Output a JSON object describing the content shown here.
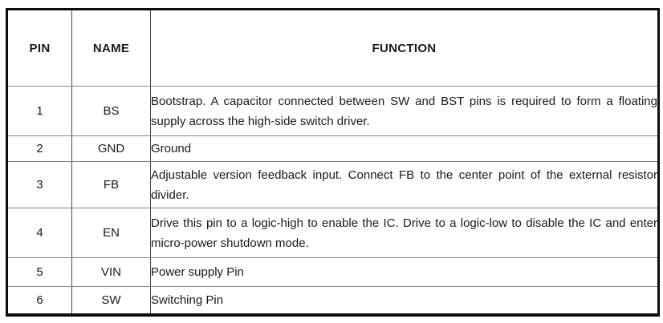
{
  "table": {
    "headers": {
      "pin": "PIN",
      "name": "NAME",
      "function": "FUNCTION"
    },
    "rows": [
      {
        "pin": "1",
        "name": "BS",
        "function": "Bootstrap. A capacitor connected between SW and BST pins is required to form a floating supply across the high-side switch driver."
      },
      {
        "pin": "2",
        "name": "GND",
        "function": "Ground"
      },
      {
        "pin": "3",
        "name": "FB",
        "function": "Adjustable version feedback input. Connect FB to the center point of the external resistor divider."
      },
      {
        "pin": "4",
        "name": "EN",
        "function": "Drive this pin to a logic-high to enable the IC. Drive to a logic-low to disable the IC and enter micro-power shutdown mode."
      },
      {
        "pin": "5",
        "name": "VIN",
        "function": "Power supply Pin"
      },
      {
        "pin": "6",
        "name": "SW",
        "function": "Switching Pin"
      }
    ],
    "colors": {
      "text": "#1a1a1a",
      "border_outer": "#0d0d0d",
      "border_inner_horizontal": "#858585",
      "border_inner_vertical": "#4a4a4a",
      "background": "#ffffff"
    }
  }
}
